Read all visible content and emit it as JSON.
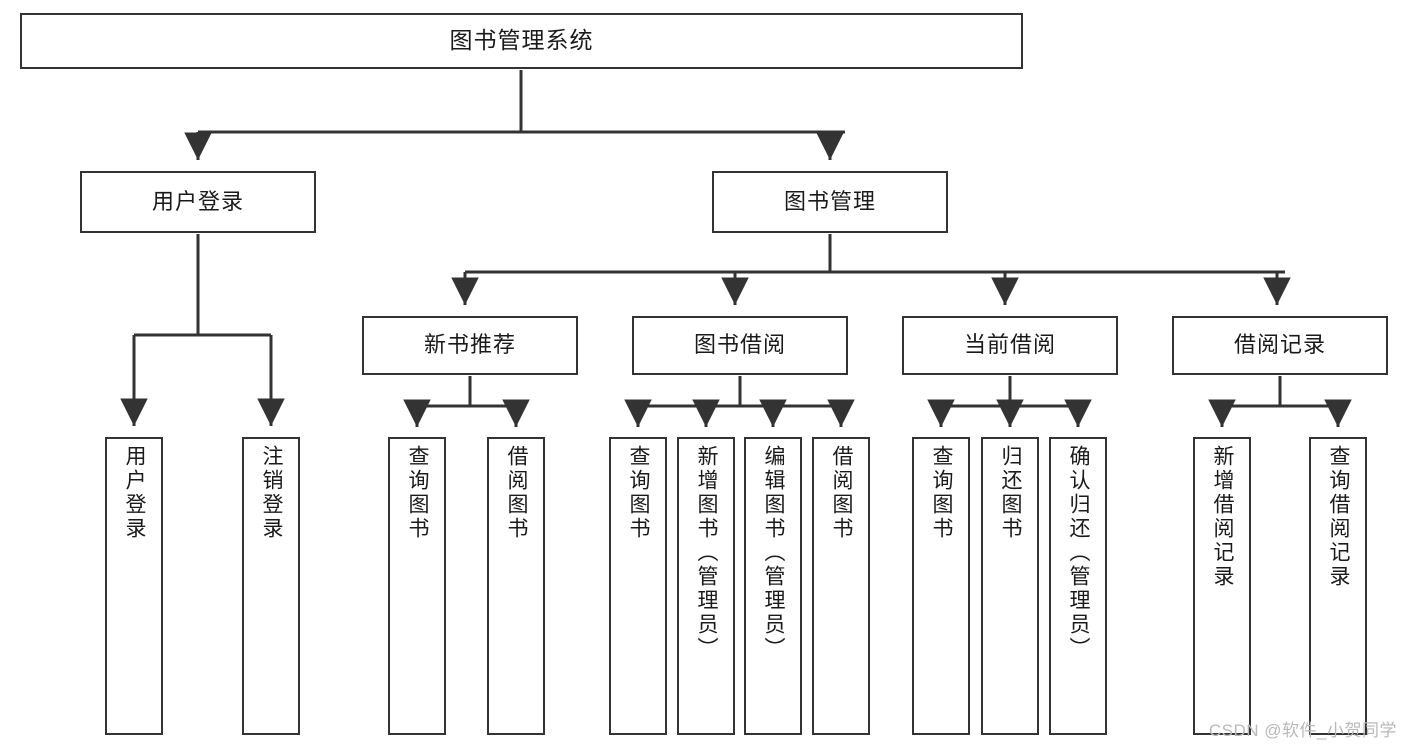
{
  "diagram": {
    "title": "图书管理系统",
    "type": "tree",
    "colors": {
      "box_border": "#333333",
      "box_fill": "#ffffff",
      "edge": "#333333",
      "text": "#1a1a1a",
      "watermark": "#b9b9b9",
      "background": "#ffffff"
    },
    "watermark": "CSDN @软件_小贺同学"
  },
  "nodes": {
    "root": {
      "label": "图书管理系统"
    },
    "level2": [
      {
        "id": "user-login",
        "label": "用户登录"
      },
      {
        "id": "book-manage",
        "label": "图书管理"
      }
    ],
    "level3": [
      {
        "id": "new-book-recommend",
        "label": "新书推荐"
      },
      {
        "id": "book-borrow",
        "label": "图书借阅"
      },
      {
        "id": "current-borrow",
        "label": "当前借阅"
      },
      {
        "id": "borrow-record",
        "label": "借阅记录"
      }
    ],
    "leaves": {
      "user_login": [
        {
          "id": "leaf-user-login",
          "label": "用户登录"
        },
        {
          "id": "leaf-logout-login",
          "label": "注销登录"
        }
      ],
      "new_book_recommend": [
        {
          "id": "leaf-query-book-1",
          "label": "查询图书"
        },
        {
          "id": "leaf-borrow-book-1",
          "label": "借阅图书"
        }
      ],
      "book_borrow": [
        {
          "id": "leaf-query-book-2",
          "label": "查询图书"
        },
        {
          "id": "leaf-add-book",
          "label": "新增图书（管理员）"
        },
        {
          "id": "leaf-edit-book",
          "label": "编辑图书（管理员）"
        },
        {
          "id": "leaf-borrow-book-2",
          "label": "借阅图书"
        }
      ],
      "current_borrow": [
        {
          "id": "leaf-query-book-3",
          "label": "查询图书"
        },
        {
          "id": "leaf-return-book",
          "label": "归还图书"
        },
        {
          "id": "leaf-confirm-return",
          "label": "确认归还（管理员）"
        }
      ],
      "borrow_record": [
        {
          "id": "leaf-add-record",
          "label": "新增借阅记录"
        },
        {
          "id": "leaf-query-record",
          "label": "查询借阅记录"
        }
      ]
    }
  }
}
